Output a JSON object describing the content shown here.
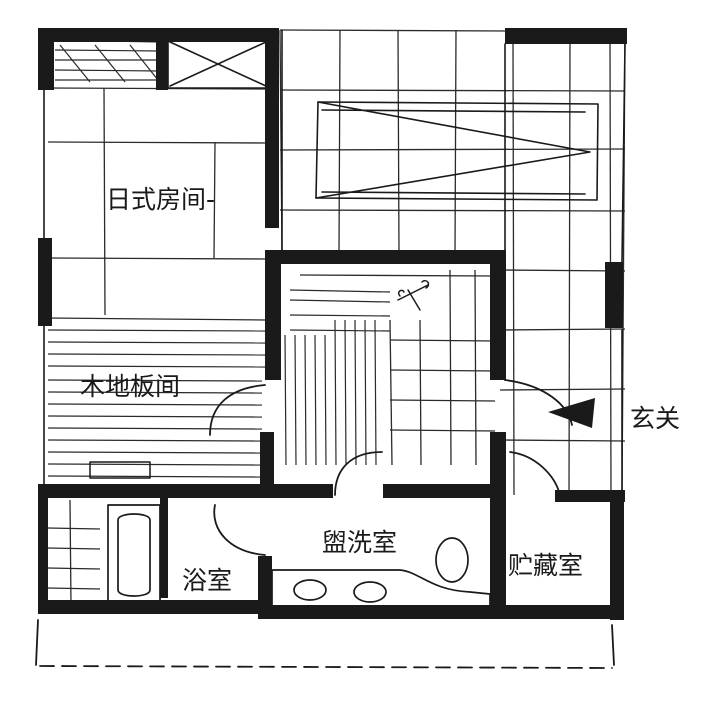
{
  "rooms": {
    "japanese_room": "日式房间-",
    "wood_floor_room": "木地板间",
    "entrance": "玄关",
    "washroom": "盥洗室",
    "bathroom": "浴室",
    "storage": "贮藏室"
  },
  "colors": {
    "ink": "#1a1a1a",
    "paper": "#ffffff"
  }
}
